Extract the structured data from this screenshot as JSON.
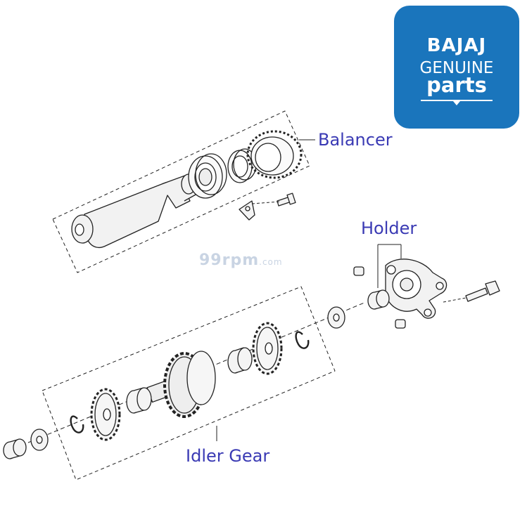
{
  "labels": {
    "balancer": "Balancer",
    "holder": "Holder",
    "idler_gear": "Idler Gear"
  },
  "logo": {
    "brand": "BAJAJ",
    "line1": "GENUINE",
    "line2": "parts",
    "color": "#1a75bc"
  },
  "watermark": {
    "main": "99rpm",
    "suffix": ".com"
  },
  "colors": {
    "callout_text": "#3a3ab4",
    "line_art": "#222222",
    "part_fill": "#f2f2f2"
  }
}
